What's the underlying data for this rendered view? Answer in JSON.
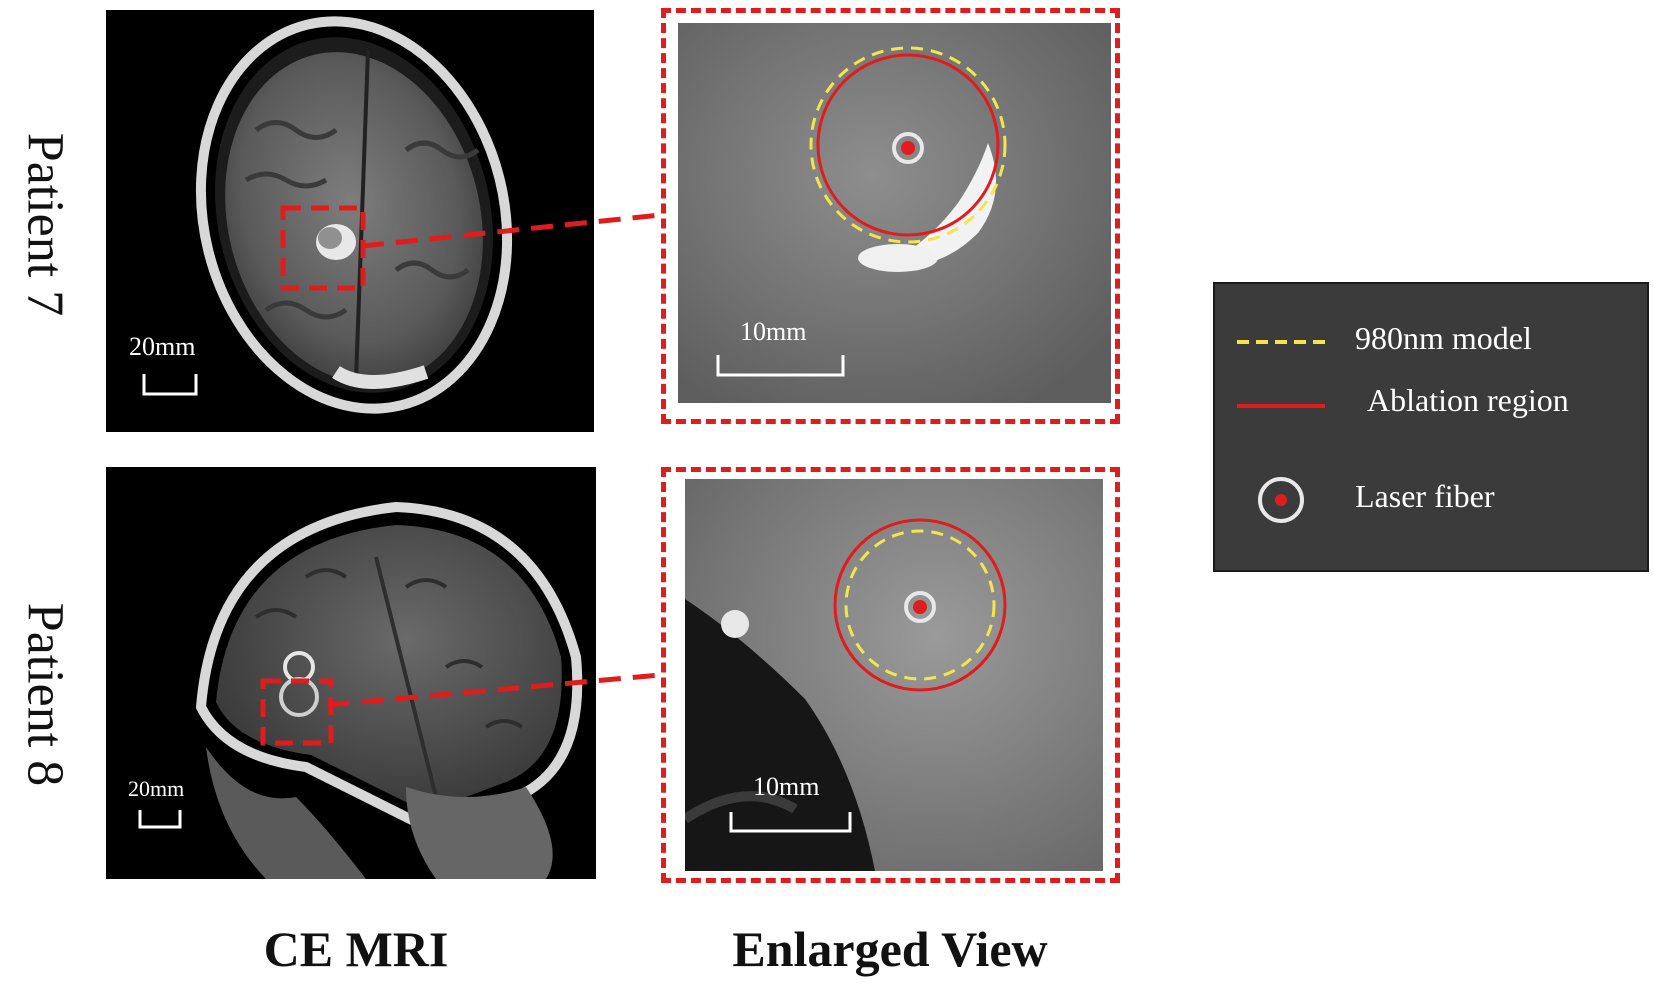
{
  "rows": [
    {
      "label": "Patient 7",
      "scan_scale": "20mm",
      "zoom_scale": "10mm"
    },
    {
      "label": "Patient 8",
      "scan_scale": "20mm",
      "zoom_scale": "10mm"
    }
  ],
  "columns": {
    "left": "CE MRI",
    "right": "Enlarged View"
  },
  "legend": {
    "items": [
      {
        "label": "980nm model",
        "icon": "yellow-dashed-line-icon",
        "color": "#f2e64a"
      },
      {
        "label": "Ablation region",
        "icon": "red-solid-line-icon",
        "color": "#e01c1c"
      },
      {
        "label": "Laser fiber",
        "icon": "laser-fiber-icon",
        "color": "#e01c1c"
      }
    ]
  },
  "colors": {
    "highlight": "#e01c1c",
    "model": "#f2e64a",
    "legend_bg": "#3b3b3b"
  }
}
